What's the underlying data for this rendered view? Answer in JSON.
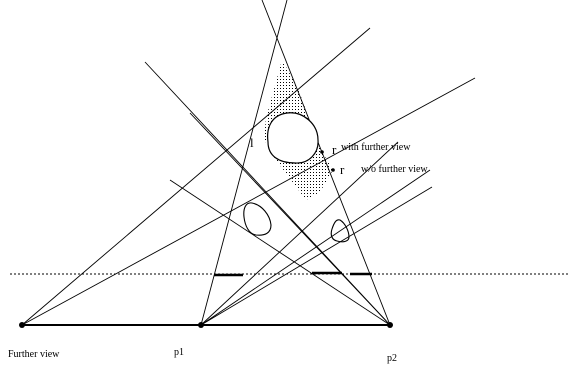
{
  "labels": {
    "further_view": "Further view",
    "p1": "p1",
    "p2": "p2",
    "l": "l",
    "r_with": "r",
    "with_further_view": "with  further view",
    "r_without": "r",
    "without_further_view": "w/o further view"
  },
  "colors": {
    "ink": "#000000",
    "background": "#ffffff",
    "stipple": "#000000"
  }
}
